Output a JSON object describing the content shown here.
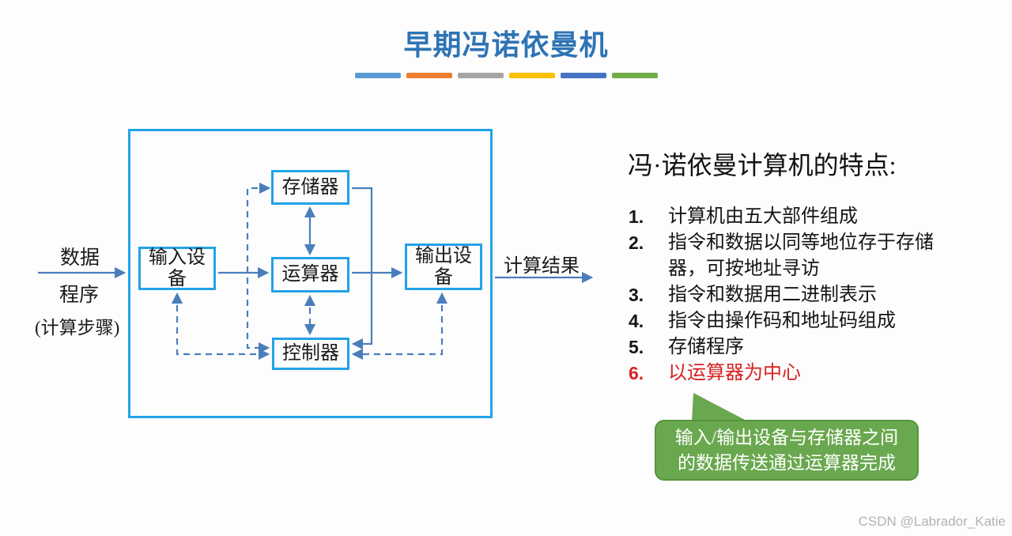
{
  "page": {
    "title": "早期冯诺依曼机",
    "watermark": "CSDN @Labrador_Katie"
  },
  "accent_bars": [
    "#5b9bd5",
    "#ed7d31",
    "#a5a5a5",
    "#ffc000",
    "#4472c4",
    "#70ad47"
  ],
  "colors": {
    "title_blue": "#2e74b5",
    "box_border_blue": "#22a3e8",
    "wire_blue": "#4a7ebb",
    "highlight_red": "#d92121",
    "callout_green": "#6aa84f"
  },
  "diagram": {
    "input_labels": {
      "line1": "数据",
      "line2": "程序",
      "line3": "(计算步骤)"
    },
    "output_label": "计算结果",
    "boxes": {
      "input": "输入设备",
      "memory": "存储器",
      "alu": "运算器",
      "control": "控制器",
      "output": "输出设备"
    }
  },
  "features": {
    "heading": "冯·诺依曼计算机的特点:",
    "items": [
      {
        "num": "1.",
        "text": "计算机由五大部件组成"
      },
      {
        "num": "2.",
        "text": "指令和数据以同等地位存于存储器，可按地址寻访"
      },
      {
        "num": "3.",
        "text": "指令和数据用二进制表示"
      },
      {
        "num": "4.",
        "text": "指令由操作码和地址码组成"
      },
      {
        "num": "5.",
        "text": "存储程序"
      },
      {
        "num": "6.",
        "text": "以运算器为中心"
      }
    ]
  },
  "callout": {
    "line1": "输入/输出设备与存储器之间",
    "line2": "的数据传送通过运算器完成"
  }
}
